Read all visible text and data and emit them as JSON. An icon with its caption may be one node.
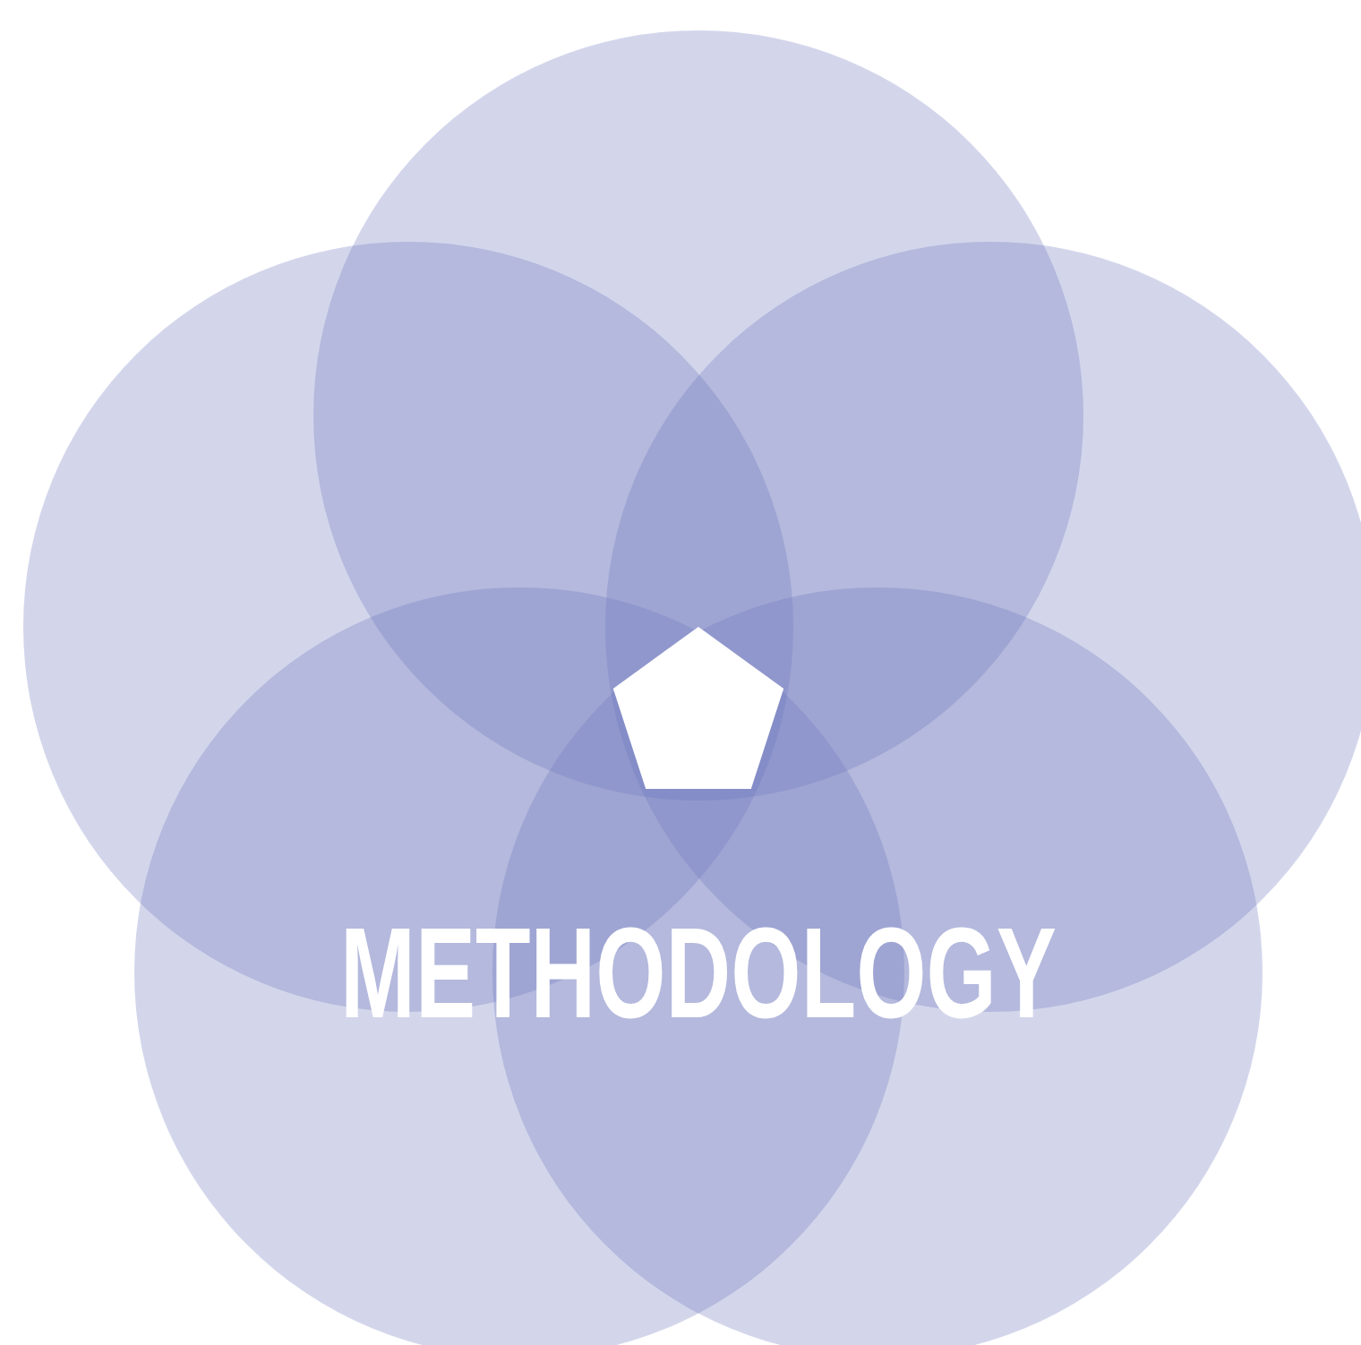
{
  "diagram": {
    "nodes": [
      {
        "text": [],
        "shape": "circle"
      },
      {
        "text": [],
        "shape": "circle"
      },
      {
        "text": [],
        "shape": "circle"
      },
      {
        "text": [],
        "shape": "circle"
      },
      {
        "text": [],
        "shape": "circle"
      },
      {
        "text": [],
        "shape": "pentagon"
      }
    ],
    "labels": [
      "METHODOLOGY"
    ]
  }
}
